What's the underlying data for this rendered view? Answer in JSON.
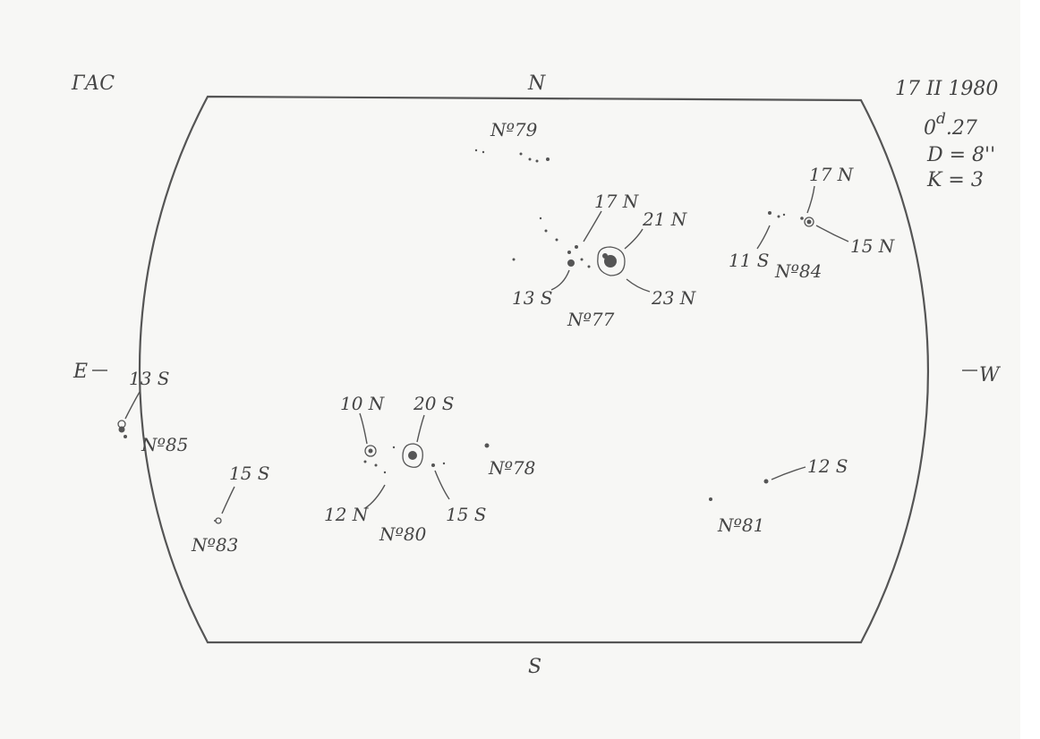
{
  "header": {
    "observatory": "ГАС",
    "date": "17 II 1980",
    "time_main": "0",
    "time_sup": "d",
    "time_frac": ".27",
    "diameter": "D = 8''",
    "k": "K = 3"
  },
  "compass": {
    "north": "N",
    "south": "S",
    "east": "E",
    "west": "W"
  },
  "groups": [
    {
      "id": "No79",
      "label": "Nº79"
    },
    {
      "id": "No77",
      "label": "Nº77",
      "latitudes": [
        "17 N",
        "21 N",
        "13 S",
        "23 N"
      ]
    },
    {
      "id": "No84",
      "label": "Nº84",
      "latitudes": [
        "17 N",
        "11 S",
        "15 N"
      ]
    },
    {
      "id": "No85",
      "label": "Nº85",
      "latitudes": [
        "13 S"
      ]
    },
    {
      "id": "No80",
      "label": "Nº80",
      "latitudes": [
        "10 N",
        "20 S",
        "12 N",
        "15 S"
      ]
    },
    {
      "id": "No78",
      "label": "Nº78"
    },
    {
      "id": "No83",
      "label": "Nº83",
      "latitudes": [
        "15 S"
      ]
    },
    {
      "id": "No81",
      "label": "Nº81",
      "latitudes": [
        "12 S"
      ]
    }
  ]
}
